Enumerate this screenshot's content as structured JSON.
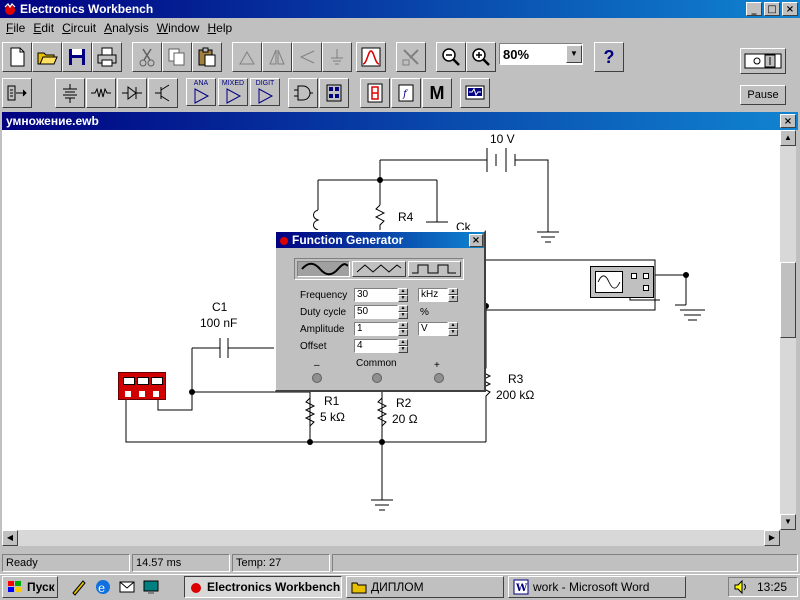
{
  "app": {
    "title": "Electronics Workbench",
    "window_controls": [
      "_",
      "□",
      "×"
    ]
  },
  "menu": [
    "File",
    "Edit",
    "Circuit",
    "Analysis",
    "Window",
    "Help"
  ],
  "toolbar": {
    "zoom": "80%",
    "help": "?",
    "pause_label": "Pause"
  },
  "component_bins": {
    "ana": "ANA",
    "mixed": "MIXED",
    "digit": "DIGIT",
    "m": "M"
  },
  "circuit_window": {
    "title": "умножение.ewb"
  },
  "circuit": {
    "battery": "10 V",
    "r4": "R4",
    "ck": "Ck",
    "c1": "C1",
    "c1_value": "100 nF",
    "r1": "R1",
    "r1_value": "5 kΩ",
    "r2": "R2",
    "r2_value": "20 Ω",
    "r3": "R3",
    "r3_value": "200 kΩ"
  },
  "function_generator": {
    "title": "Function Generator",
    "frequency_label": "Frequency",
    "frequency_value": "30",
    "frequency_unit": "kHz",
    "duty_label": "Duty cycle",
    "duty_value": "50",
    "duty_unit": "%",
    "amplitude_label": "Amplitude",
    "amplitude_value": "1",
    "amplitude_unit": "V",
    "offset_label": "Offset",
    "offset_value": "4",
    "minus": "–",
    "common": "Common",
    "plus": "+"
  },
  "status": {
    "state": "Ready",
    "time": "14.57 ms",
    "temp": "Temp:  27"
  },
  "taskbar": {
    "start": "Пуск",
    "tasks": [
      "Electronics Workbench",
      "ДИПЛОМ",
      "work - Microsoft Word"
    ],
    "clock": "13:25"
  }
}
